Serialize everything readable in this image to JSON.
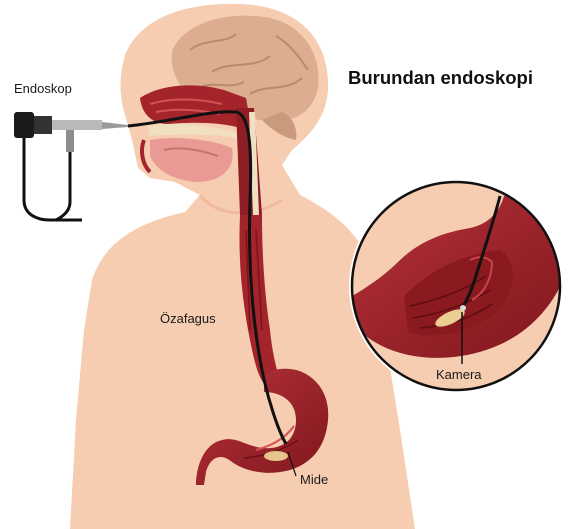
{
  "title": "Burundan endoskopi",
  "labels": {
    "endoscope": "Endoskop",
    "esophagus": "Özafagus",
    "camera": "Kamera",
    "stomach": "Mide"
  },
  "colors": {
    "skin": "#f7cdb2",
    "skin_shadow": "#efb99b",
    "organ": "#a3242a",
    "organ_dark": "#7a141a",
    "brain": "#d9a989",
    "tongue": "#e99a95",
    "bone": "#f0dfc0",
    "scope": "#111111",
    "highlight": "#f6e3a0"
  }
}
